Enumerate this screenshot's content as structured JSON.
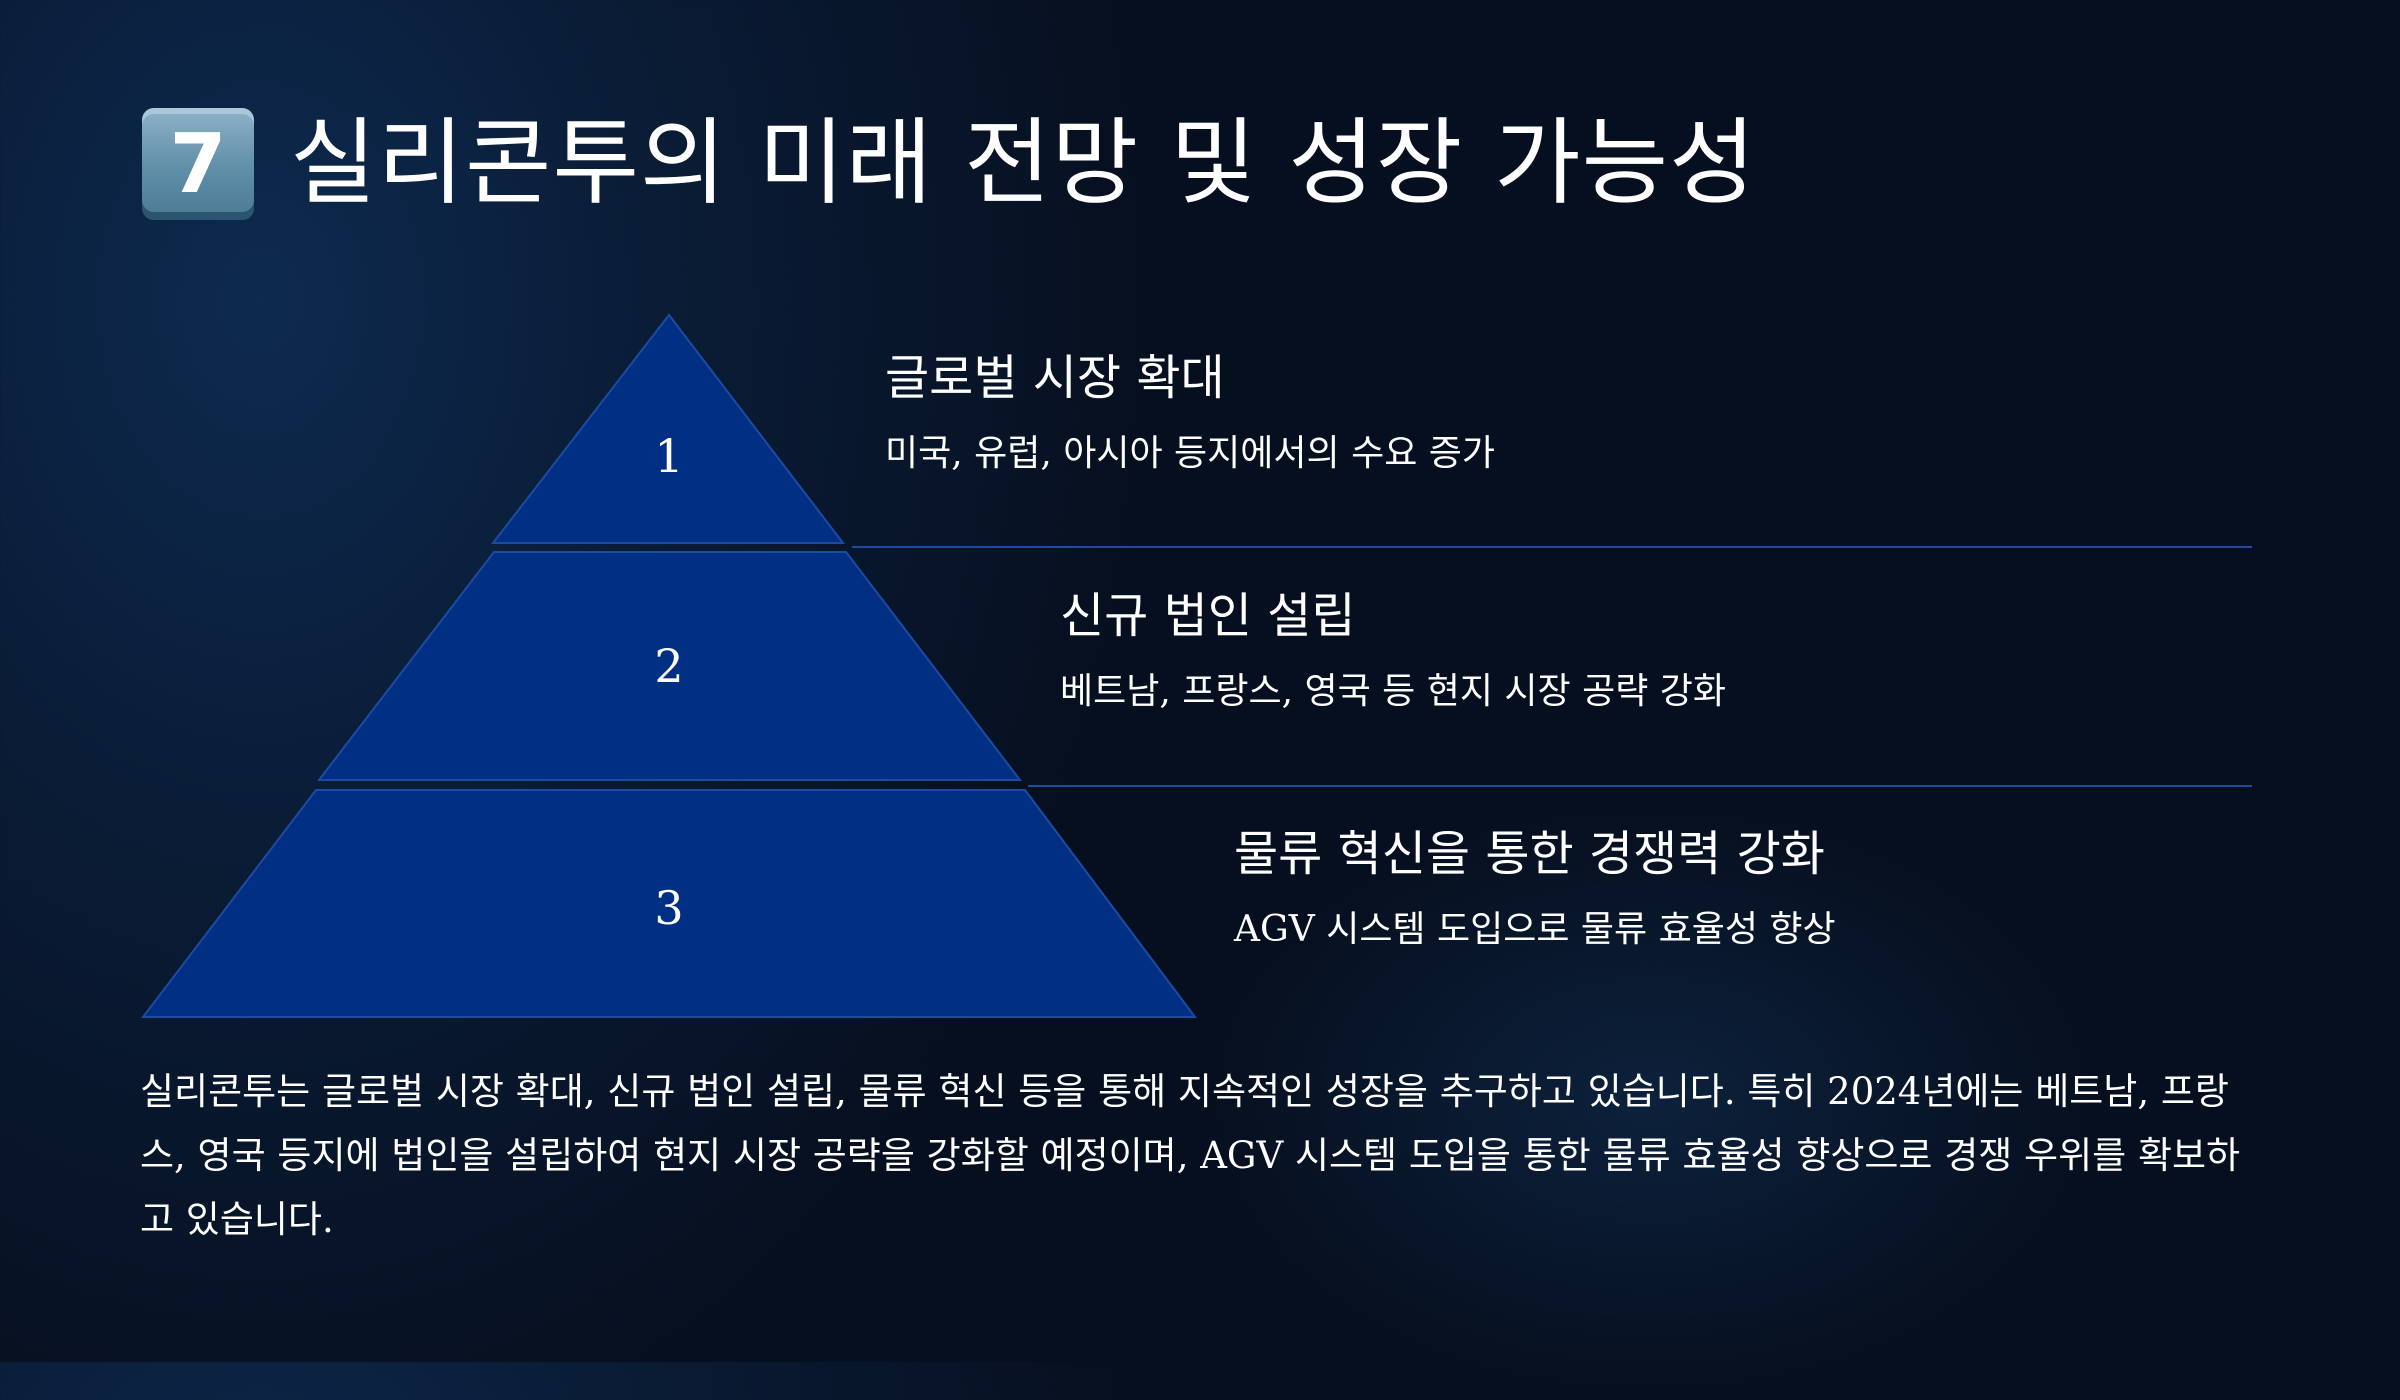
{
  "slide": {
    "badge_glyph": "7",
    "badge_icon": "keycap-digit-seven-icon",
    "title": "실리콘투의 미래 전망 및 성장 가능성",
    "accent_color": "#002f83",
    "divider_color": "#1e4aa0"
  },
  "pyramid": {
    "levels": [
      {
        "number": "1",
        "title": "글로벌 시장 확대",
        "description": "미국, 유럽, 아시아 등지에서의 수요 증가"
      },
      {
        "number": "2",
        "title": "신규 법인 설립",
        "description": "베트남, 프랑스, 영국 등 현지 시장 공략 강화"
      },
      {
        "number": "3",
        "title": "물류 혁신을 통한 경쟁력 강화",
        "description": "AGV 시스템 도입으로 물류 효율성 향상"
      }
    ]
  },
  "summary": "실리콘투는 글로벌 시장 확대, 신규 법인 설립, 물류 혁신 등을 통해 지속적인 성장을 추구하고 있습니다. 특히 2024년에는 베트남, 프랑스, 영국 등지에 법인을 설립하여 현지 시장 공략을 강화할 예정이며, AGV 시스템 도입을 통한 물류 효율성 향상으로 경쟁 우위를 확보하고 있습니다."
}
